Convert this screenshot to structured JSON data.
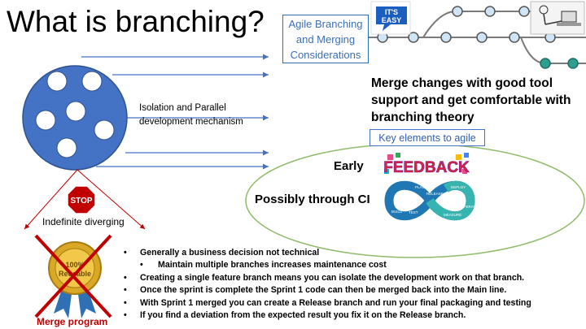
{
  "title": "What is branching?",
  "agile_box": {
    "line1": "Agile Branching",
    "line2": "and Merging",
    "line3": "Considerations"
  },
  "its_easy": {
    "line1": "IT'S",
    "line2": "EASY"
  },
  "merge_text": "Merge changes with good tool support and get comfortable with branching theory",
  "isolation_text": {
    "line1": "Isolation and Parallel",
    "line2": "development mechanism"
  },
  "key_elements": "Key elements to agile",
  "early": "Early",
  "possibly": "Possibly through CI",
  "feedback_word": "FEEDBACK",
  "devops_labels": [
    "CODE",
    "PLAN",
    "BUILD",
    "RELEASE",
    "DEPLOY",
    "TEST",
    "MEASURE",
    "OPERATE"
  ],
  "stop": "STOP",
  "diverging": "Indefinite diverging",
  "reusable": {
    "line1": "100%",
    "line2": "Reusable"
  },
  "merge_program": "Merge program",
  "bullets": [
    "Generally a business decision not technical",
    "Maintain multiple branches increases maintenance cost",
    "Creating a single feature branch means you can isolate the development work on that branch.",
    "Once the sprint is complete the Sprint 1 code can then be merged back into the Main line.",
    "With Sprint 1 merged you can create a Release branch and run your final packaging and testing",
    "If you find a deviation from the expected result you fix it on the Release branch."
  ],
  "colors": {
    "circle": "#4472c4",
    "arrow": "#4472c4",
    "oval": "#8fbc6a",
    "red": "#c00000",
    "teal": "#2e9e8f"
  }
}
